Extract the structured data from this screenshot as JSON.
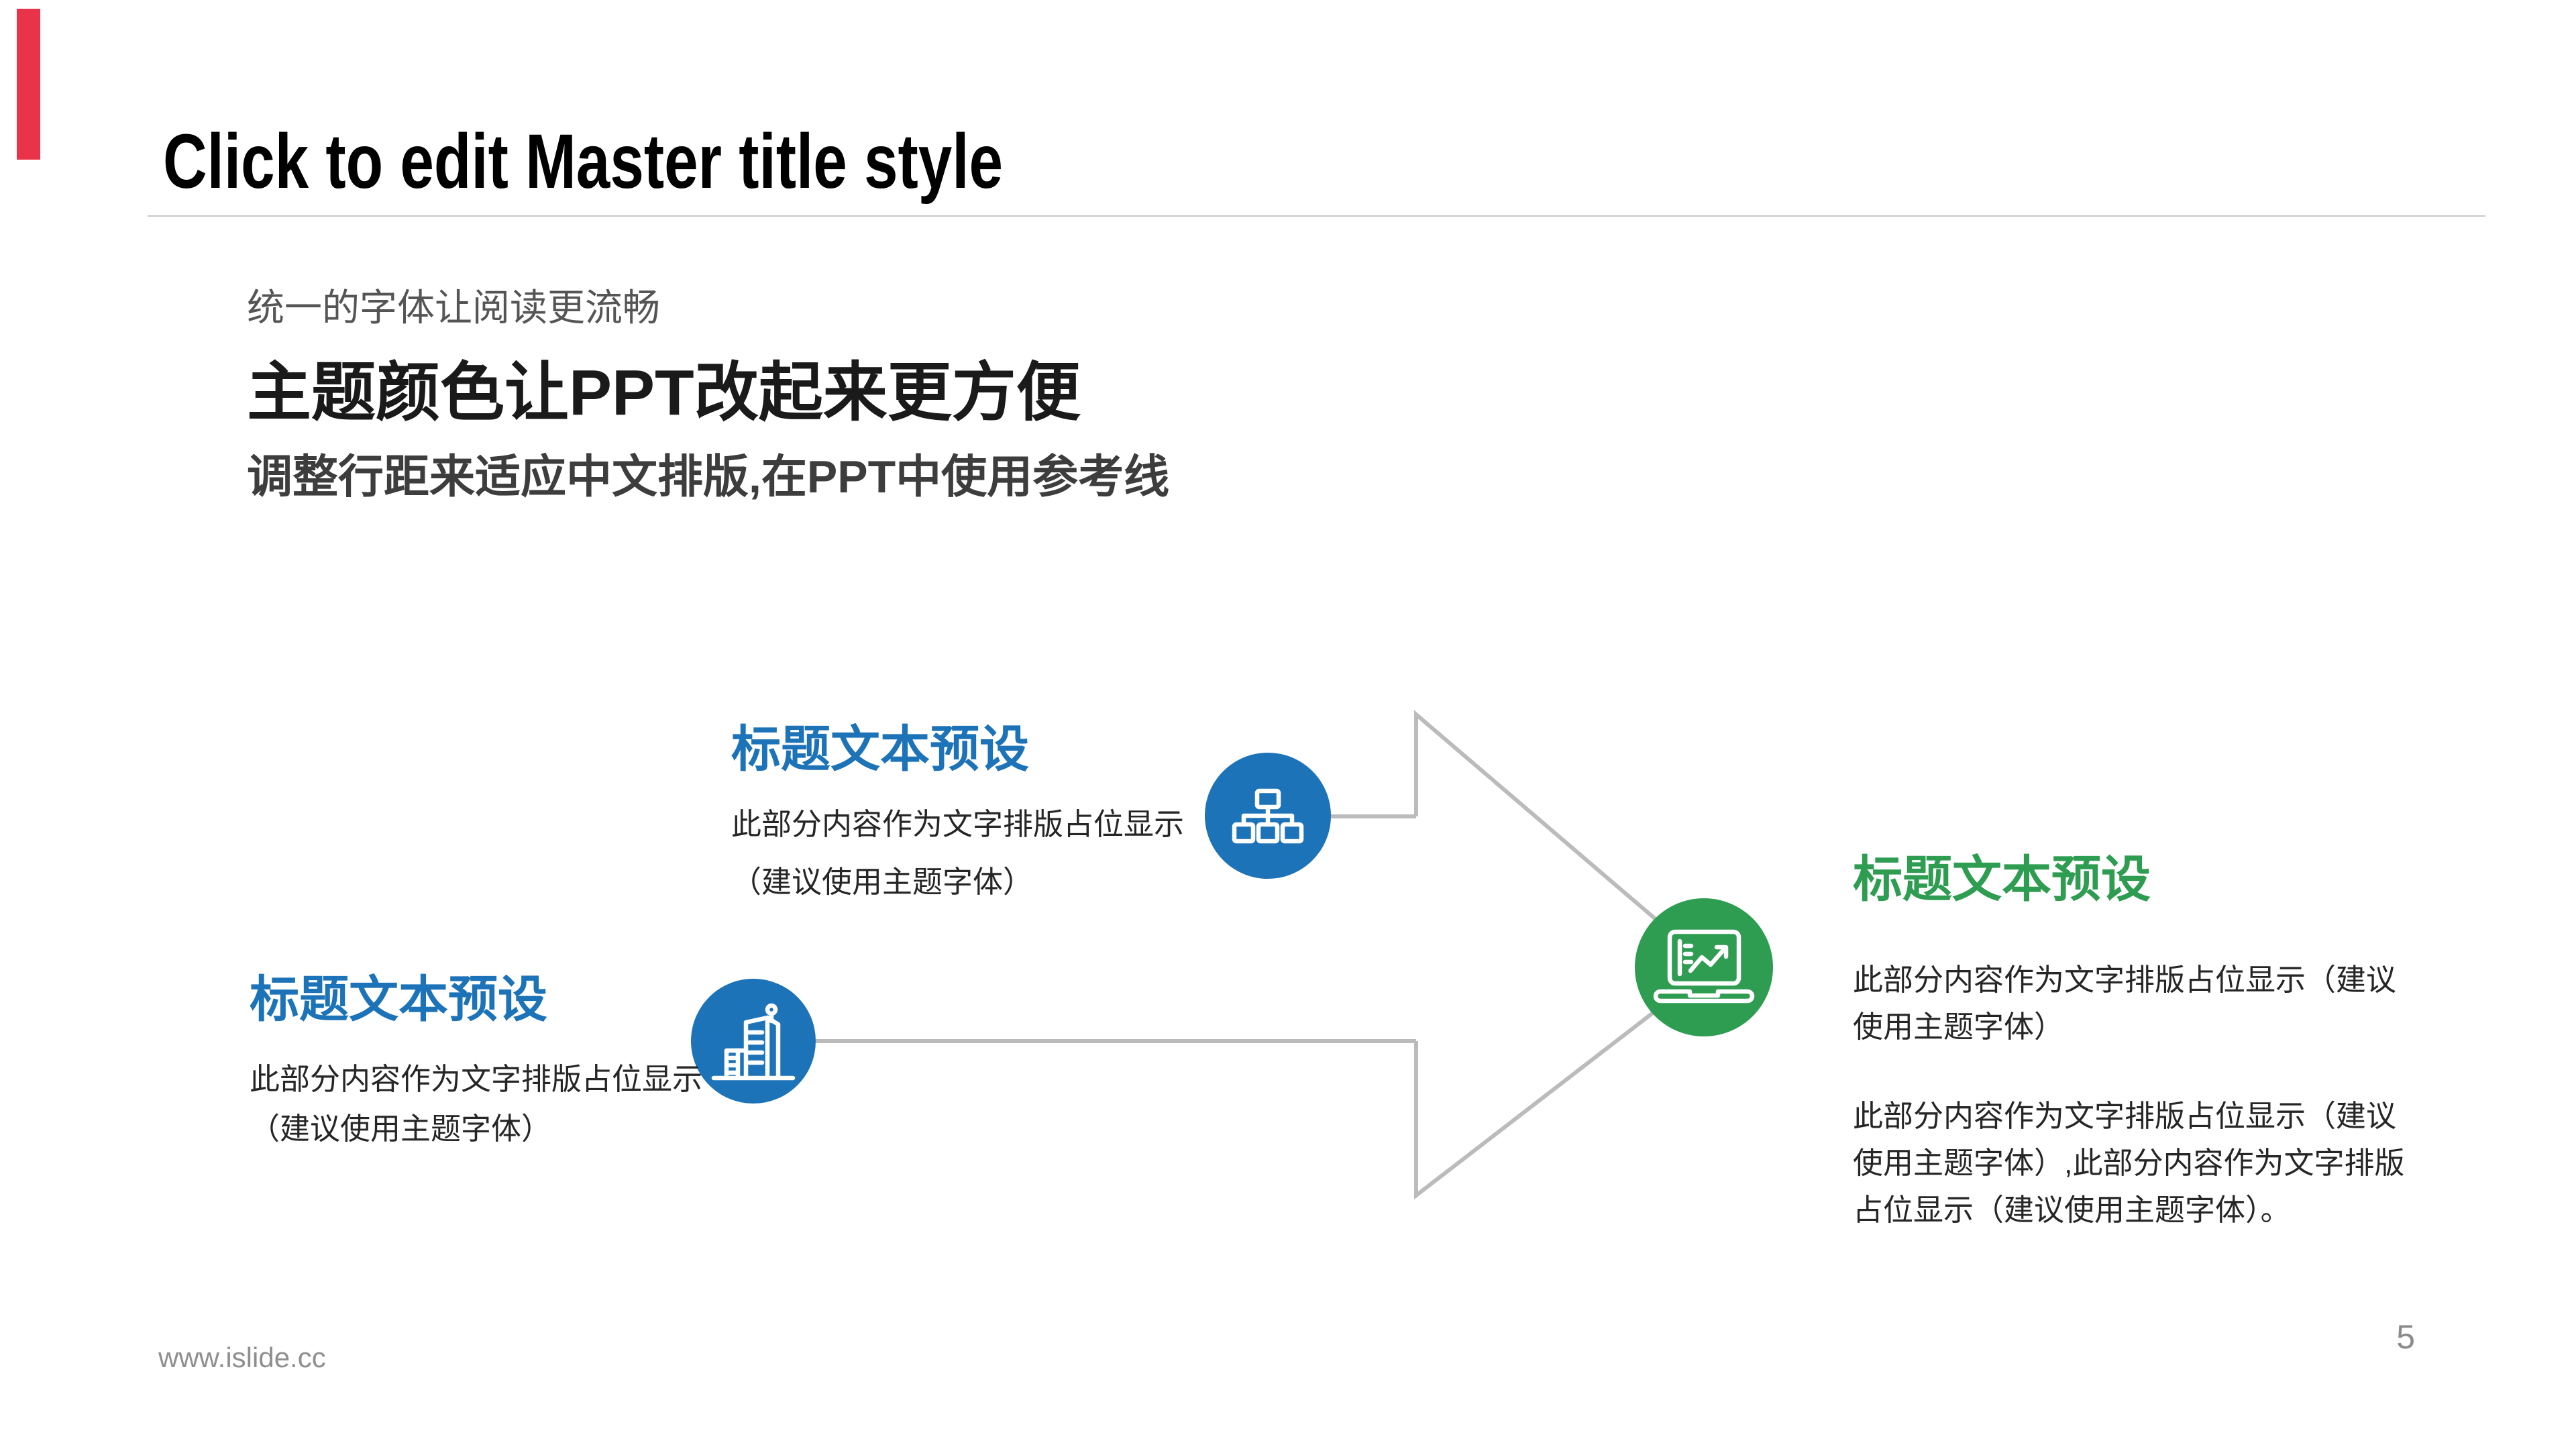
{
  "slide": {
    "title": "Click to edit Master title style",
    "intro": {
      "line1": "统一的字体让阅读更流畅",
      "line2": "主题颜色让PPT改起来更方便",
      "line3": "调整行距来适应中文排版,在PPT中使用参考线"
    },
    "blocks": {
      "top": {
        "title": "标题文本预设",
        "lines": [
          "此部分内容作为文字排版占位显示",
          "（建议使用主题字体）"
        ]
      },
      "left": {
        "title": "标题文本预设",
        "lines": [
          "此部分内容作为文字排版占位显示",
          "（建议使用主题字体）"
        ]
      },
      "right": {
        "title": "标题文本预设",
        "paragraphs": [
          [
            "此部分内容作为文字排版占位显示（建议",
            "使用主题字体）"
          ],
          [
            "此部分内容作为文字排版占位显示（建议",
            "使用主题字体）,此部分内容作为文字排版",
            "占位显示（建议使用主题字体）。"
          ]
        ]
      }
    },
    "icons": {
      "top_circle": "org-chart-icon",
      "left_circle": "building-icon",
      "right_circle": "laptop-trend-chart-icon"
    },
    "footer": {
      "url": "www.islide.cc",
      "page_number": "5"
    },
    "colors": {
      "accent_blue": "#1d73b8",
      "accent_green": "#2e9c51",
      "connector_gray": "#bbbbbb",
      "brand_red": "#e93348",
      "rule_gray": "#c9c9c9",
      "body_text": "#262626",
      "muted_gray": "#8f8f8f"
    }
  }
}
